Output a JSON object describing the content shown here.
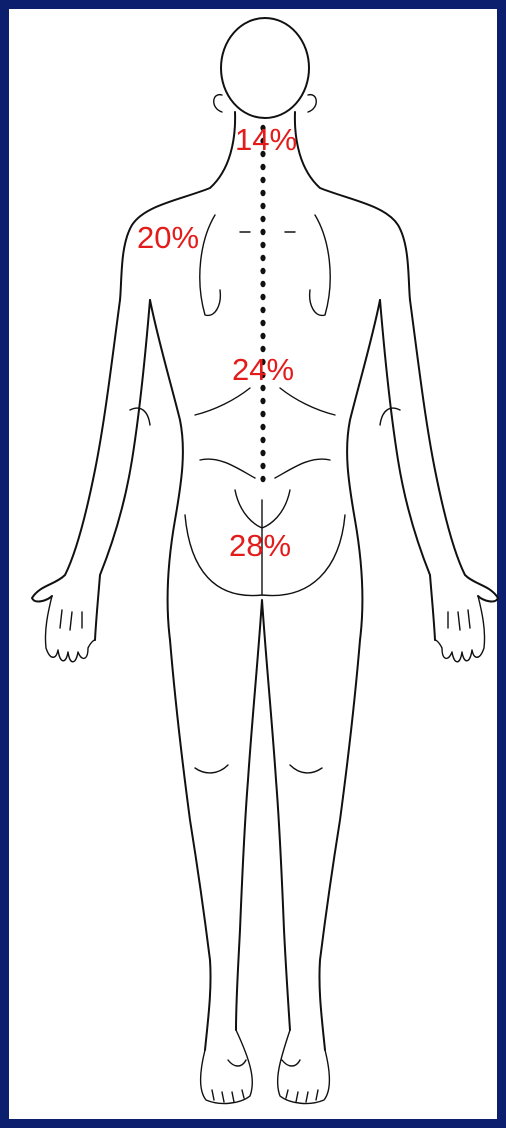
{
  "background_color": "#0b1f6e",
  "label_color": "#e31b1b",
  "figure": "human-body-posterior-outline",
  "labels": {
    "neck": "14%",
    "shoulder": "20%",
    "mid_back": "24%",
    "low_back": "28%"
  }
}
